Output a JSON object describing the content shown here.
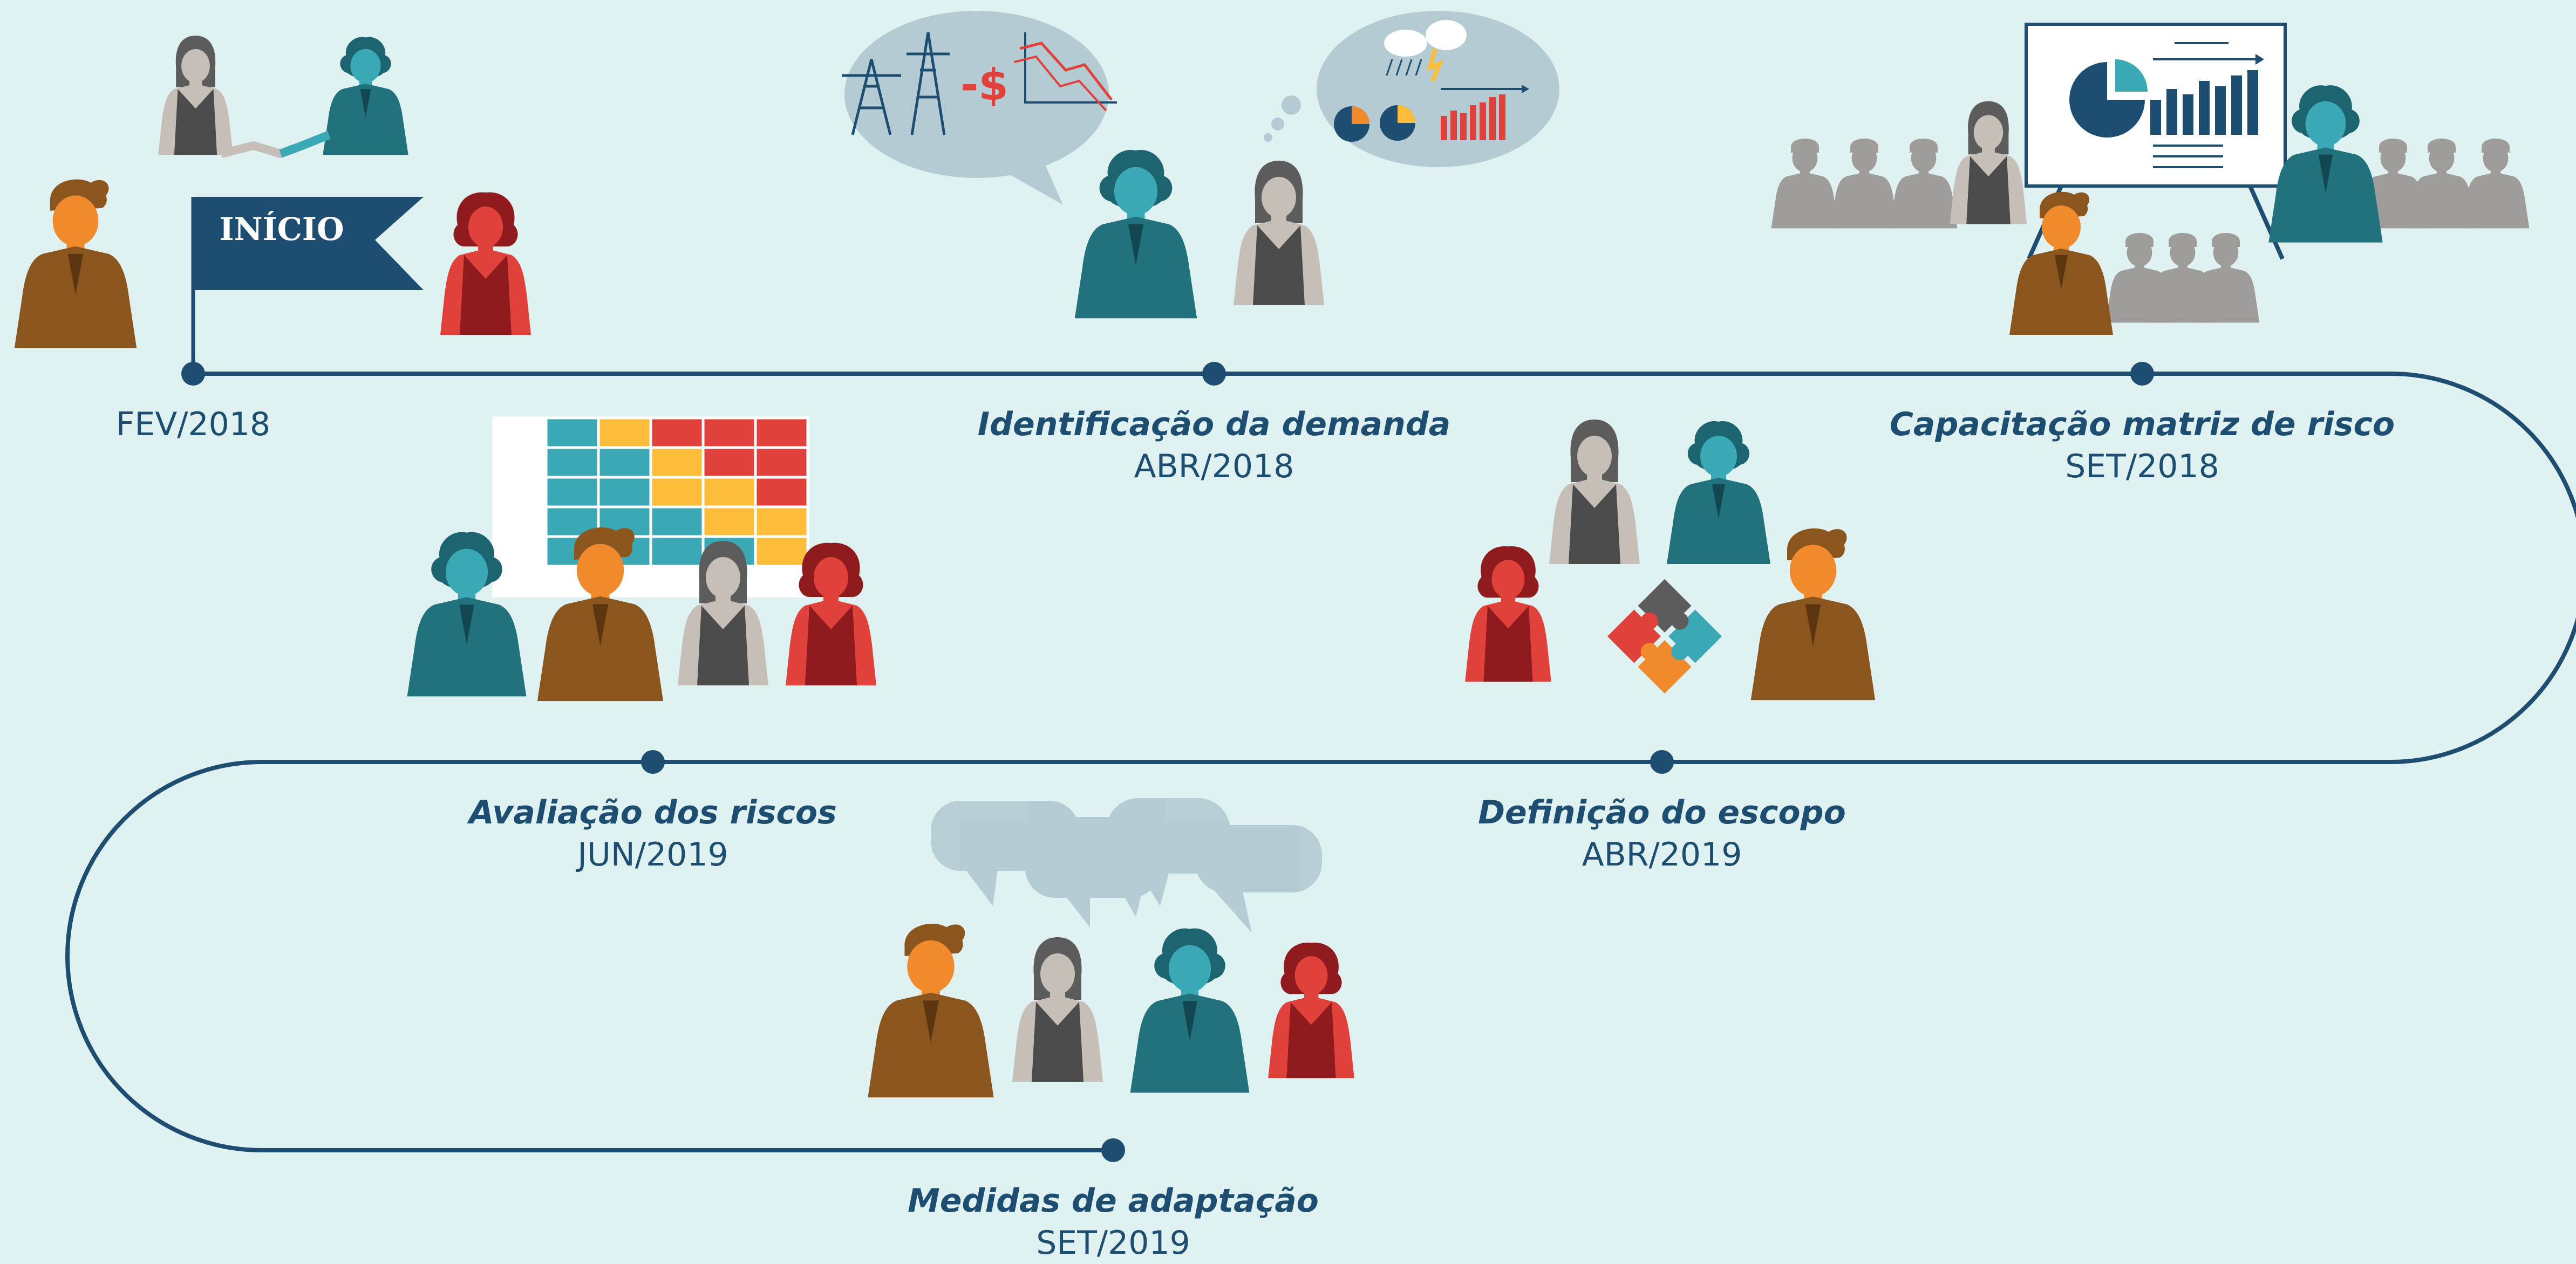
{
  "start_flag": {
    "label": "INÍCIO"
  },
  "milestones": [
    {
      "title": "",
      "date": "FEV/2018"
    },
    {
      "title": "Identificação da demanda",
      "date": "ABR/2018"
    },
    {
      "title": "Capacitação matriz de risco",
      "date": "SET/2018"
    },
    {
      "title": "Definição do escopo",
      "date": "ABR/2019"
    },
    {
      "title": "Avaliação dos riscos",
      "date": "JUN/2019"
    },
    {
      "title": "Medidas de adaptação",
      "date": "SET/2019"
    }
  ],
  "icons": {
    "thought_bubble_1": "power-tower-cost-chart-icon",
    "thought_bubble_2": "weather-pie-bar-chart-icon",
    "presentation_board": "pie-bar-chart-board-icon",
    "risk_matrix": "risk-matrix-grid-icon",
    "puzzle": "puzzle-pieces-icon",
    "speech_bubbles": "speech-bubbles-icon",
    "handshake": "handshake-icon"
  },
  "colors": {
    "background": "#e0f1f2",
    "line": "#1d4e72",
    "teal": "#21727d",
    "orange": "#f08a2c",
    "brown": "#8a561e",
    "gray": "#5c5c5c",
    "red": "#e1413b",
    "darkred": "#8f1b1e",
    "yellow": "#fbbd3a",
    "matrix_teal": "#3aa9b5",
    "light_gray": "#9e9d9a"
  }
}
